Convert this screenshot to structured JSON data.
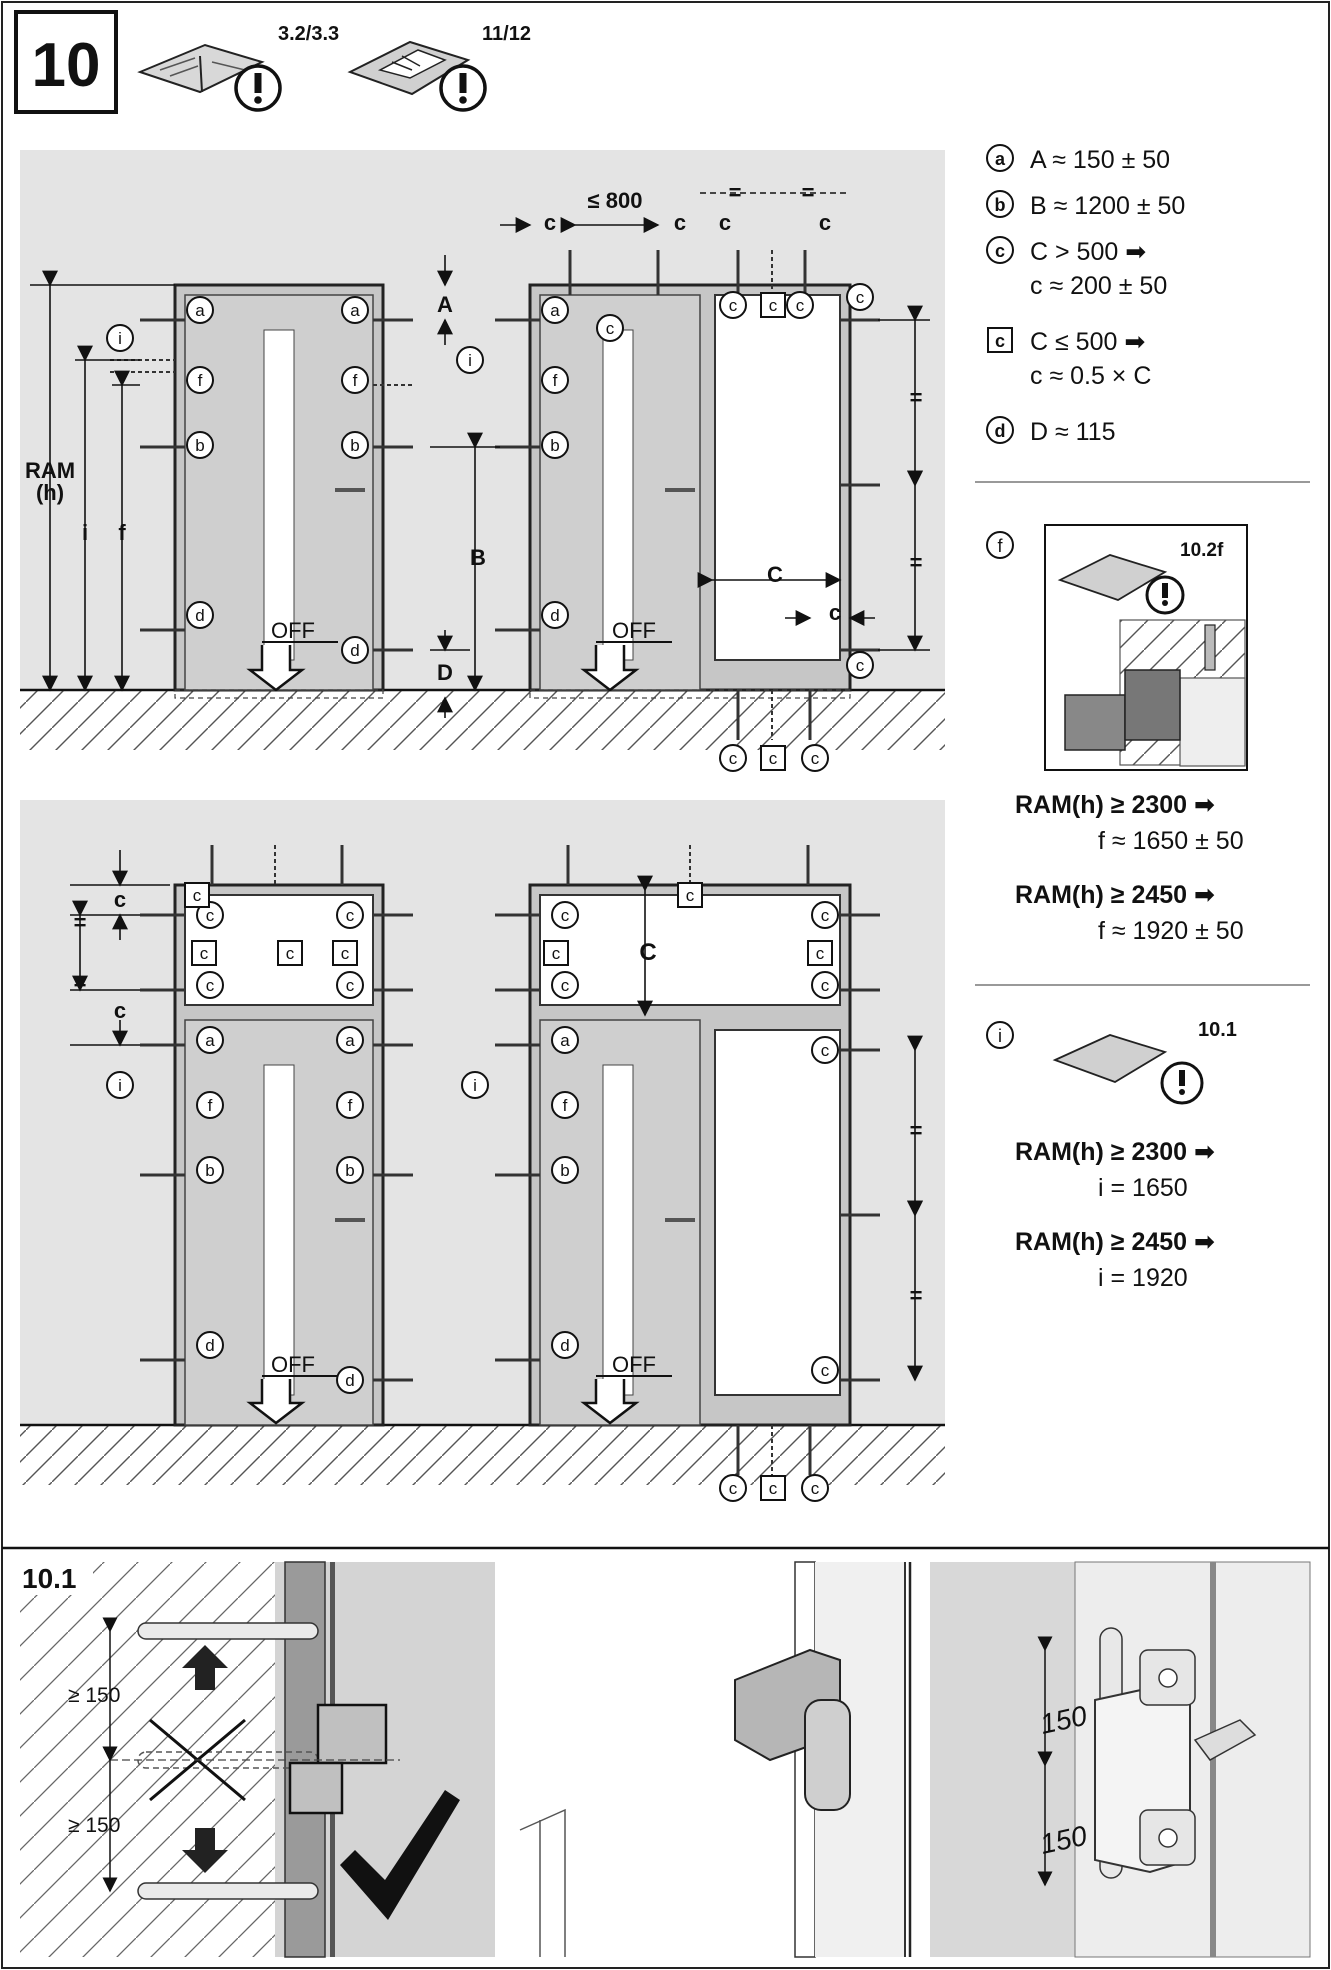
{
  "step": {
    "number": "10",
    "manual_refs": [
      "3.2/3.3",
      "11/12"
    ]
  },
  "labels": {
    "off": "OFF",
    "ram": "RAM",
    "ram_h": "(h)",
    "A": "A",
    "B": "B",
    "C": "C",
    "D": "D",
    "f": "f",
    "i": "i",
    "c": "c",
    "le800": "≤ 800",
    "eq": "="
  },
  "legend": [
    {
      "marker": "a",
      "boxed": false,
      "line1": "A ≈ 150 ± 50",
      "line2": ""
    },
    {
      "marker": "b",
      "boxed": false,
      "line1": "B ≈ 1200 ± 50",
      "line2": ""
    },
    {
      "marker": "c",
      "boxed": false,
      "line1": "C > 500 ➡",
      "line2": "c ≈ 200 ± 50"
    },
    {
      "marker": "c",
      "boxed": true,
      "line1": "C ≤ 500 ➡",
      "line2": "c ≈ 0.5 × C"
    },
    {
      "marker": "d",
      "boxed": false,
      "line1": "D ≈ 115",
      "line2": ""
    }
  ],
  "note_f": {
    "marker": "f",
    "ref": "10.2f",
    "rules": [
      {
        "cond": "RAM(h) ≥ 2300 ➡",
        "value": "f ≈ 1650 ± 50"
      },
      {
        "cond": "RAM(h) ≥ 2450 ➡",
        "value": "f ≈ 1920 ± 50"
      }
    ]
  },
  "note_i": {
    "marker": "i",
    "ref": "10.1",
    "rules": [
      {
        "cond": "RAM(h) ≥ 2300 ➡",
        "value": "i = 1650"
      },
      {
        "cond": "RAM(h) ≥ 2450 ➡",
        "value": "i = 1920"
      }
    ]
  },
  "detail": {
    "title": "10.1",
    "min1": "≥ 150",
    "min2": "≥ 150",
    "dim1": "150",
    "dim2": "150"
  }
}
